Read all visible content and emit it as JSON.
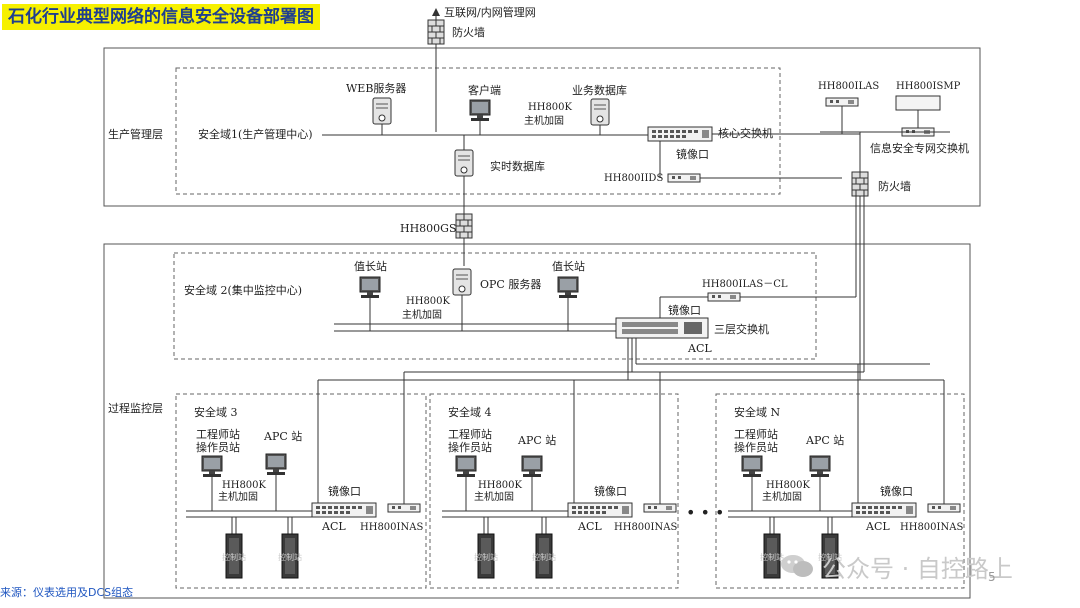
{
  "title": "石化行业典型网络的信息安全设备部署图",
  "source_note": "来源：仪表选用及DCS组态",
  "page_number": "5",
  "watermark": "公众号 · 自控路上",
  "colors": {
    "title_bg": "#f6f000",
    "title_text": "#1f3f8f",
    "line": "#333333",
    "source": "#1f56c0"
  },
  "top": {
    "internet": "互联网/内网管理网",
    "firewall": "防火墙"
  },
  "layers": {
    "production": "生产管理层",
    "process": "过程监控层"
  },
  "domain1": {
    "name": "安全域1(生产管理中心)",
    "web": "WEB服务器",
    "client": "客户端",
    "bizdb": "业务数据库",
    "hardening_1": "HH800K",
    "hardening_2": "主机加固",
    "core_switch": "核心交换机",
    "mirror": "镜像口",
    "rtdb": "实时数据库",
    "ids": "HH800IIDS"
  },
  "right": {
    "ilas": "HH800ILAS",
    "ismp": "HH800ISMP",
    "sec_switch": "信息安全专网交换机",
    "firewall": "防火墙"
  },
  "gs": "HH800GS",
  "domain2": {
    "name": "安全域 2(集中监控中心)",
    "duty1": "值长站",
    "opc": "OPC 服务器",
    "duty2": "值长站",
    "hardening_1": "HH800K",
    "hardening_2": "主机加固",
    "ilas_cl": "HH800ILAS－CL",
    "mirror": "镜像口",
    "l3_switch": "三层交换机",
    "acl": "ACL"
  },
  "subdomains": [
    {
      "name": "安全域 3",
      "eng_1": "工程师站",
      "eng_2": "操作员站",
      "apc": "APC 站",
      "hard_1": "HH800K",
      "hard_2": "主机加固",
      "mirror": "镜像口",
      "acl": "ACL",
      "inas": "HH800INAS",
      "ctrl1": "控制站",
      "ctrl2": "控制站"
    },
    {
      "name": "安全域 4",
      "eng_1": "工程师站",
      "eng_2": "操作员站",
      "apc": "APC 站",
      "hard_1": "HH800K",
      "hard_2": "主机加固",
      "mirror": "镜像口",
      "acl": "ACL",
      "inas": "HH800INAS",
      "ctrl1": "控制站",
      "ctrl2": "控制站"
    },
    {
      "name": "安全域 N",
      "eng_1": "工程师站",
      "eng_2": "操作员站",
      "apc": "APC 站",
      "hard_1": "HH800K",
      "hard_2": "主机加固",
      "mirror": "镜像口",
      "acl": "ACL",
      "inas": "HH800INAS",
      "ctrl1": "控制站",
      "ctrl2": "控制站"
    }
  ],
  "ellipsis": "• • •"
}
